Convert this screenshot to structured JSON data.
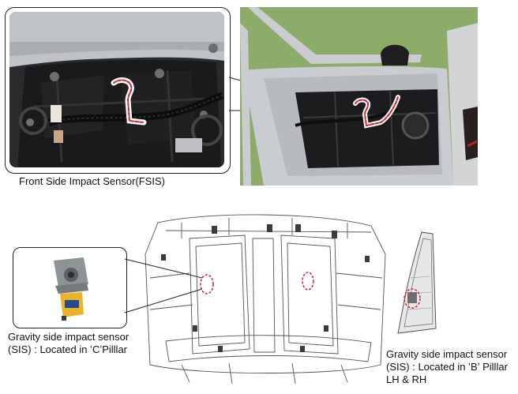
{
  "captions": {
    "fsis": "Front Side Impact Sensor(FSIS)",
    "sis_c_line1": "Gravity side impact sensor",
    "sis_c_line2": "(SIS) : Located in ʻCʼPilllar",
    "sis_b_line1": "Gravity side impact sensor",
    "sis_b_line2": "(SIS) : Located in ʻBʼ Pilllar",
    "sis_b_line3": "LH & RH"
  },
  "colors": {
    "highlight": "#d8202a",
    "door_green": "#8dac69",
    "door_silver": "#c9ccd0",
    "trim_black": "#1c1c1e",
    "frame": "#222222"
  }
}
